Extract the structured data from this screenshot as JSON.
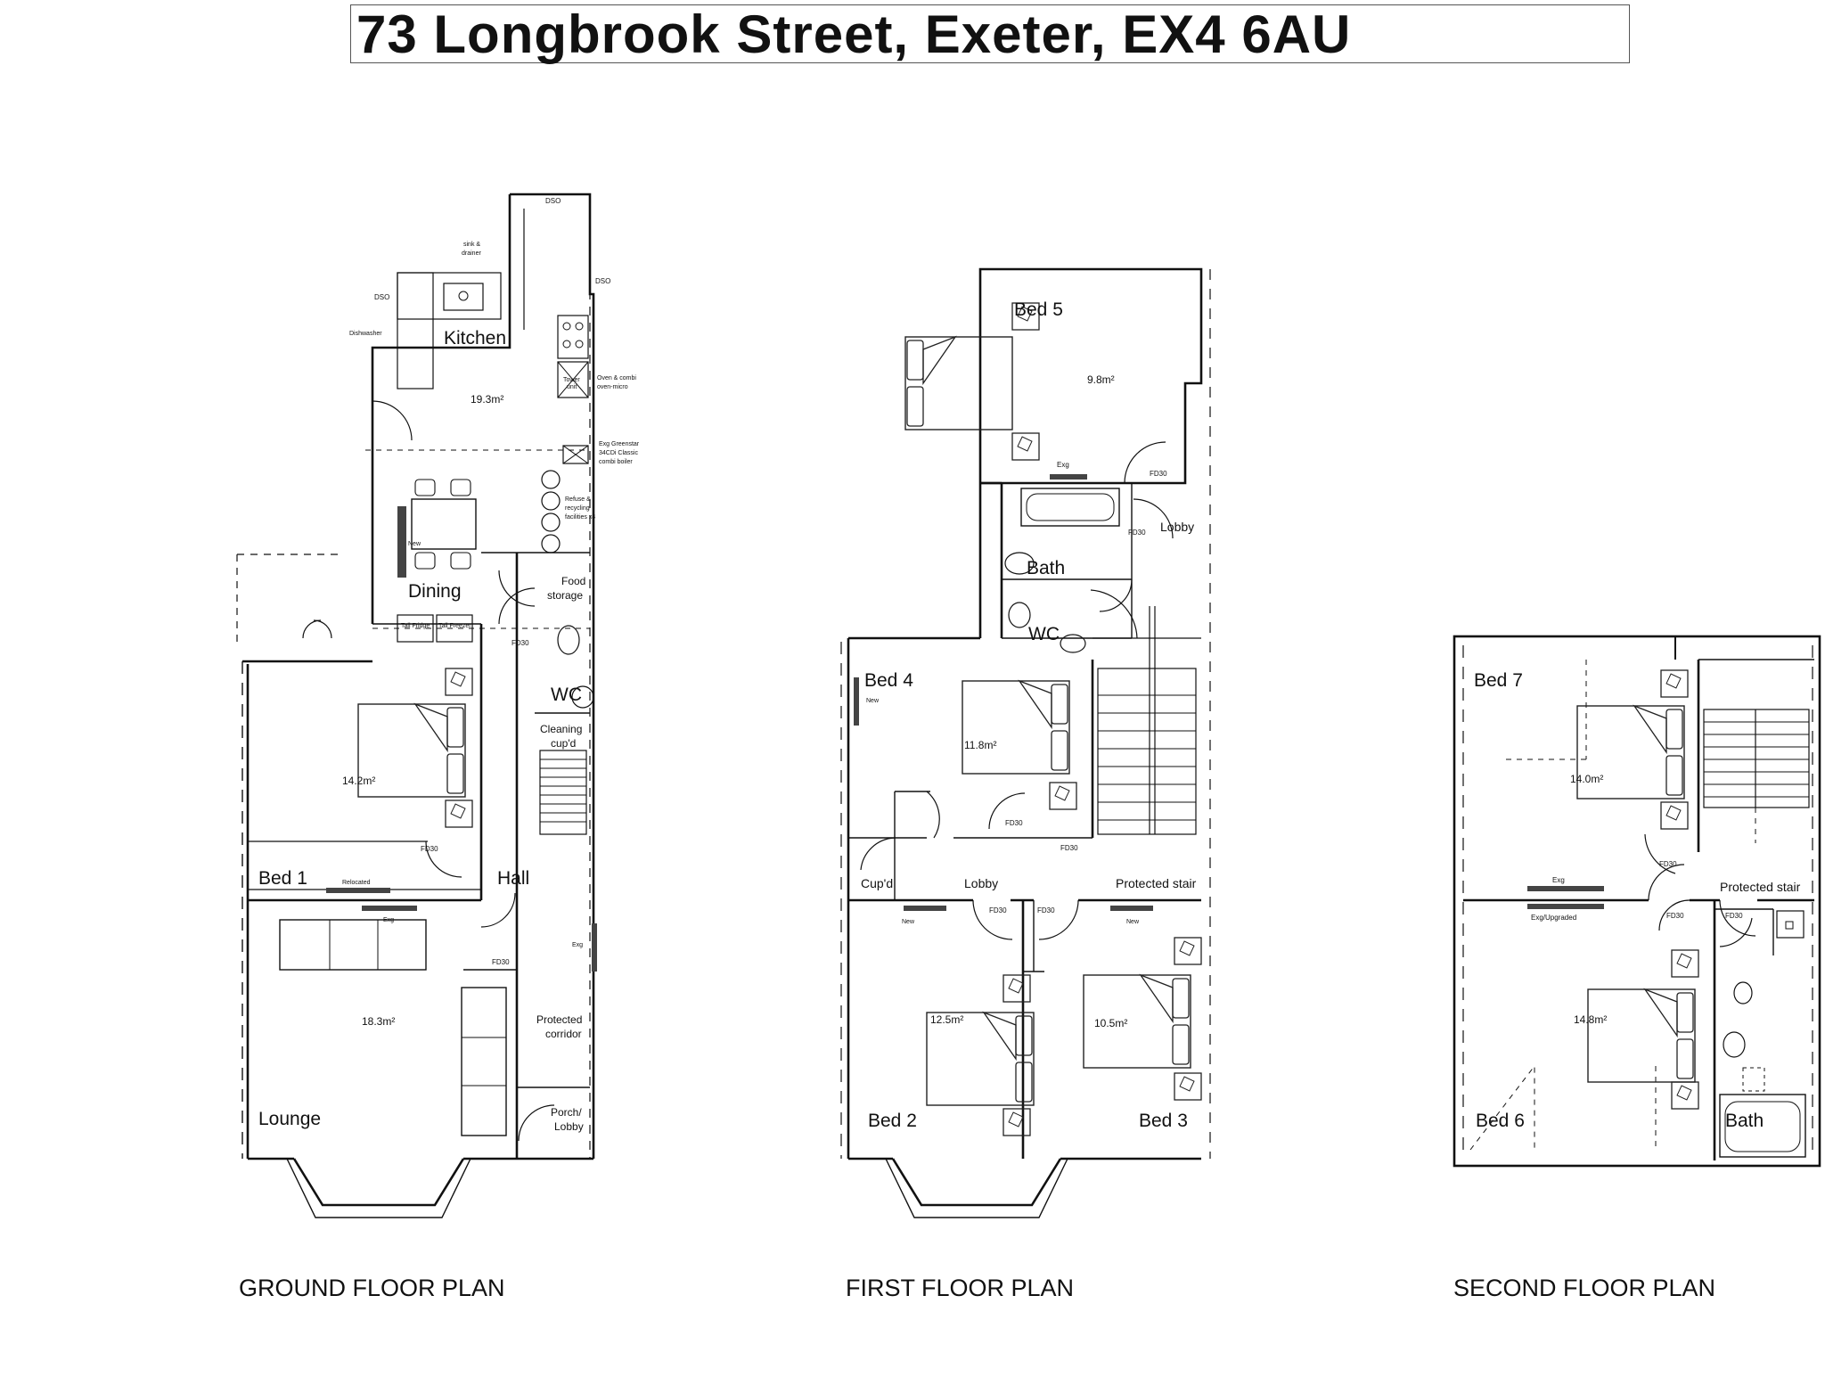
{
  "title": "73 Longbrook Street, Exeter, EX4 6AU",
  "captions": {
    "ground": "GROUND FLOOR PLAN",
    "first": "FIRST FLOOR PLAN",
    "second": "SECOND FLOOR PLAN"
  },
  "ground": {
    "kitchen": "Kitchen",
    "kitchen_area": "19.3m²",
    "dining": "Dining",
    "food_storage_1": "Food",
    "food_storage_2": "storage",
    "wc": "WC",
    "cleaning_1": "Cleaning",
    "cleaning_2": "cup'd",
    "bed1": "Bed 1",
    "bed1_area": "14.2m²",
    "hall": "Hall",
    "lounge": "Lounge",
    "lounge_area": "18.3m²",
    "protected_1": "Protected",
    "protected_2": "corridor",
    "porch_1": "Porch/",
    "porch_2": "Lobby",
    "dso_top": "DSO",
    "dso_right": "DSO",
    "dso_left": "DSO",
    "sink_1": "sink &",
    "sink_2": "drainer",
    "dishwasher": "Dishwasher",
    "tower_1": "Tower",
    "tower_2": "unit",
    "oven_1": "Oven & combi",
    "oven_2": "oven-micro",
    "boiler_1": "Exg Greenstar",
    "boiler_2": "34CDi Classic",
    "boiler_3": "combi boiler",
    "refuse_1": "Refuse &",
    "refuse_2": "recycling",
    "refuse_3": "facilities x4",
    "new": "New",
    "fridge": "Tall Fridge",
    "freezer": "Tall Freezer",
    "fd30_a": "FD30",
    "fd30_b": "FD30",
    "fd30_c": "FD30",
    "relocated": "Relocated",
    "exg_a": "Exg",
    "exg_b": "Exg"
  },
  "first": {
    "bed5": "Bed 5",
    "bed5_area": "9.8m²",
    "exg": "Exg",
    "fd30_a": "FD30",
    "fd30_b": "FD30",
    "lobby": "Lobby",
    "bath": "Bath",
    "wc": "WC",
    "bed4": "Bed 4",
    "bed4_area": "11.8m²",
    "new_a": "New",
    "cupd": "Cup'd",
    "lobby2": "Lobby",
    "fd30_c": "FD30",
    "fd30_d": "FD30",
    "fd30_e": "FD30",
    "fd30_f": "FD30",
    "protected_stair": "Protected stair",
    "new_b": "New",
    "new_c": "New",
    "bed2": "Bed 2",
    "bed2_area": "12.5m²",
    "bed3": "Bed 3",
    "bed3_area": "10.5m²"
  },
  "second": {
    "bed7": "Bed 7",
    "bed7_area": "14.0m²",
    "fd30_a": "FD30",
    "fd30_b": "FD30",
    "fd30_c": "FD30",
    "exg": "Exg",
    "exg_upgraded": "Exg/Upgraded",
    "protected_stair": "Protected stair",
    "bed6": "Bed 6",
    "bed6_area": "14.8m²",
    "bath": "Bath"
  }
}
